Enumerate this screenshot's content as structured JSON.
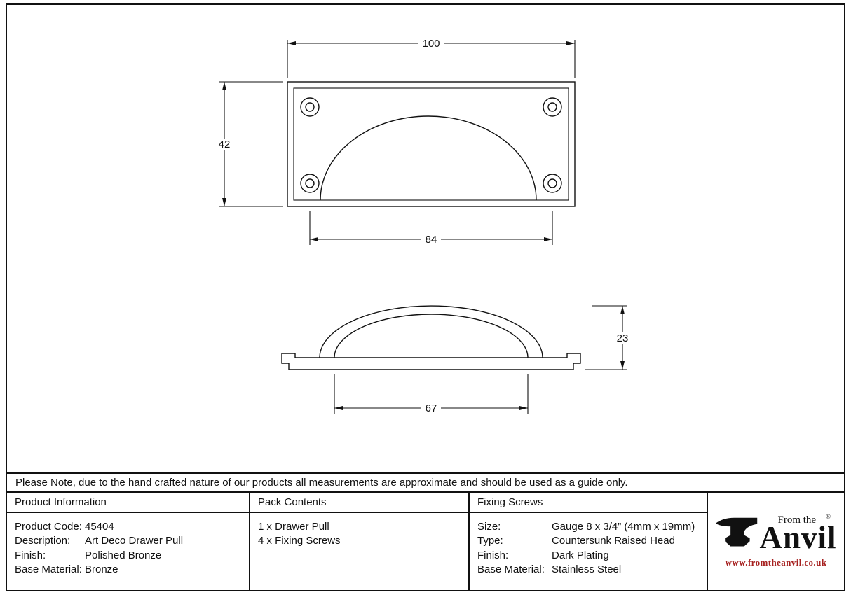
{
  "note": "Please Note, due to the hand crafted nature of our products all measurements are approximate and should be used as a guide only.",
  "drawings": {
    "top_view": {
      "overall_width": "100",
      "overall_height": "42",
      "hole_spacing": "84"
    },
    "side_view": {
      "overall_depth": "23",
      "cup_width": "67"
    }
  },
  "table": {
    "product_information": {
      "header": "Product Information",
      "rows": [
        {
          "label": "Product Code:",
          "value": "45404"
        },
        {
          "label": "Description:",
          "value": "Art Deco Drawer Pull"
        },
        {
          "label": "Finish:",
          "value": "Polished Bronze"
        },
        {
          "label": "Base Material:",
          "value": "Bronze"
        }
      ]
    },
    "pack_contents": {
      "header": "Pack Contents",
      "items": [
        "1 x Drawer Pull",
        "4 x Fixing Screws"
      ]
    },
    "fixing_screws": {
      "header": "Fixing Screws",
      "rows": [
        {
          "label": "Size:",
          "value": "Gauge 8 x 3/4” (4mm x 19mm)"
        },
        {
          "label": "Type:",
          "value": "Countersunk Raised Head"
        },
        {
          "label": "Finish:",
          "value": "Dark Plating"
        },
        {
          "label": "Base Material:",
          "value": "Stainless Steel"
        }
      ]
    },
    "logo": {
      "tagline": "From the",
      "registered": "®",
      "name": "Anvil",
      "url": "www.fromtheanvil.co.uk",
      "url_color": "#a6201f"
    }
  }
}
